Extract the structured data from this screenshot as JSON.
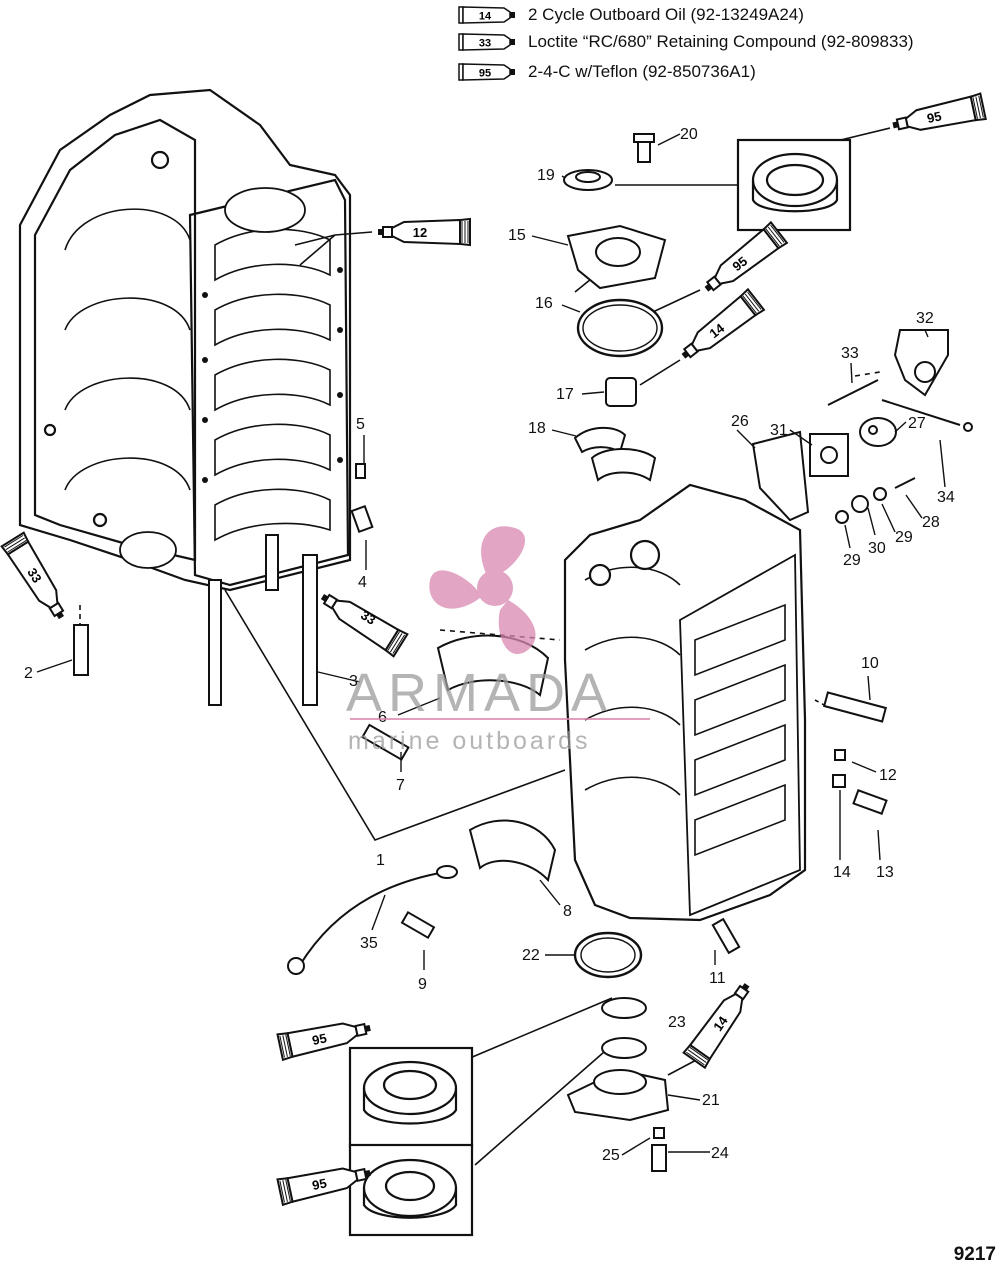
{
  "legend": [
    {
      "code": "14",
      "text": "2 Cycle Outboard Oil (92-13249A24)"
    },
    {
      "code": "33",
      "text": "Loctite “RC/680” Retaining Compound (92-809833)"
    },
    {
      "code": "95",
      "text": "2-4-C w/Teflon (92-850736A1)"
    }
  ],
  "figure_number": "9217",
  "watermark": {
    "brand": "ARMADA",
    "tagline": "marine outboards",
    "accent_color": "#d987b0",
    "icon": "propeller-icon"
  },
  "callouts": [
    "1",
    "2",
    "3",
    "4",
    "5",
    "6",
    "7",
    "8",
    "9",
    "10",
    "11",
    "12",
    "13",
    "14",
    "15",
    "16",
    "17",
    "18",
    "19",
    "20",
    "21",
    "22",
    "23",
    "24",
    "25",
    "26",
    "27",
    "28",
    "29",
    "30",
    "31",
    "32",
    "33",
    "34",
    "35"
  ],
  "tube_labels": [
    "12",
    "95",
    "95",
    "14",
    "33",
    "33",
    "95",
    "14",
    "95"
  ]
}
